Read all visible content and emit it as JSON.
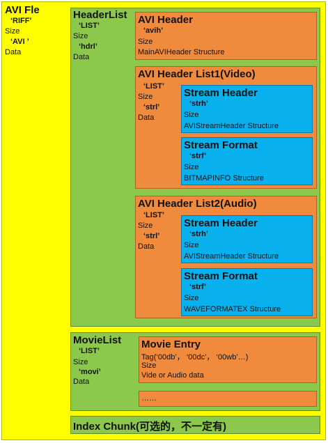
{
  "avi_file": {
    "title": "AVI Fle",
    "fourcc": "‘RIFF’",
    "size": "Size",
    "form": "‘AVI ’",
    "data": "Data"
  },
  "header_list": {
    "title": "HeaderList",
    "fourcc": "‘LIST’",
    "size": "Size",
    "form": "‘hdrl’",
    "data": "Data"
  },
  "avi_header": {
    "title": "AVI Header",
    "fourcc": "‘avih’",
    "size": "Size",
    "struct": "MainAVIHeader Structure"
  },
  "video_list": {
    "title": "AVI Header List1(Video)",
    "fourcc": "‘LIST’",
    "size": "Size",
    "form": "‘strl’",
    "data": "Data",
    "stream_header": {
      "title": "Stream Header",
      "fourcc": "‘strh’",
      "size": "Size",
      "struct": "AVIStreamHeader Structure"
    },
    "stream_format": {
      "title": "Stream Format",
      "fourcc": "‘strf’",
      "size": "Size",
      "struct": "BITMAPINFO Structure"
    }
  },
  "audio_list": {
    "title": "AVI Header List2(Audio)",
    "fourcc": "‘LIST’",
    "size": "Size",
    "form": "‘strl’",
    "data": "Data",
    "stream_header": {
      "title": "Stream Header",
      "fourcc": "‘strh’",
      "size": "Size",
      "struct": "AVIStreamHeader Structure"
    },
    "stream_format": {
      "title": "Stream Format",
      "fourcc": "‘strf’",
      "size": "Size",
      "struct": "WAVEFORMATEX Structure"
    }
  },
  "movie_list": {
    "title": "MovieList",
    "fourcc": "‘LIST’",
    "size": "Size",
    "form": "‘movi’",
    "data": "Data",
    "movie_entry": {
      "title": "Movie Entry",
      "tag": "Tag(‘00db’， ‘00dc’， ‘00wb’…)",
      "size": "Size",
      "data": "Vide or Audio data"
    },
    "ellipsis": "……"
  },
  "index_chunk": {
    "title": "Index Chunk(可选的，不一定有)"
  }
}
